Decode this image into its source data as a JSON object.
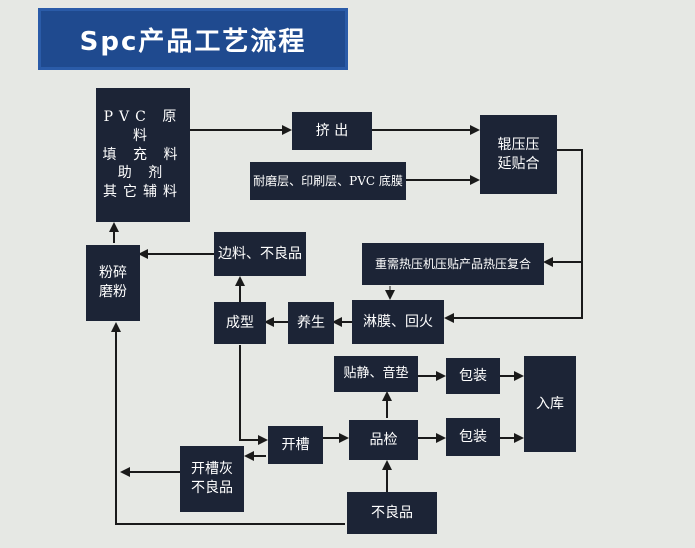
{
  "title": "Spc产品工艺流程",
  "nodes": {
    "raw_materials": [
      "PVC 原料",
      "填 充 料",
      "助    剂",
      "其它辅料"
    ],
    "extrude": "挤 出",
    "layers": "耐磨层、印刷层、PVC 底膜",
    "calender": [
      "辊压压",
      "延贴合"
    ],
    "crush": [
      "粉碎",
      "磨粉"
    ],
    "edge_scrap": "边料、不良品",
    "hot_press": "重需热压机压贴产品热压复合",
    "shaping": "成型",
    "curing": "养生",
    "coating": "淋膜、回火",
    "attach_pad": "贴静、音垫",
    "pack1": "包装",
    "warehouse": "入库",
    "slot": "开槽",
    "qc": "品检",
    "pack2": "包装",
    "slot_scrap": [
      "开槽灰",
      "不良品"
    ],
    "defect": "不良品"
  }
}
